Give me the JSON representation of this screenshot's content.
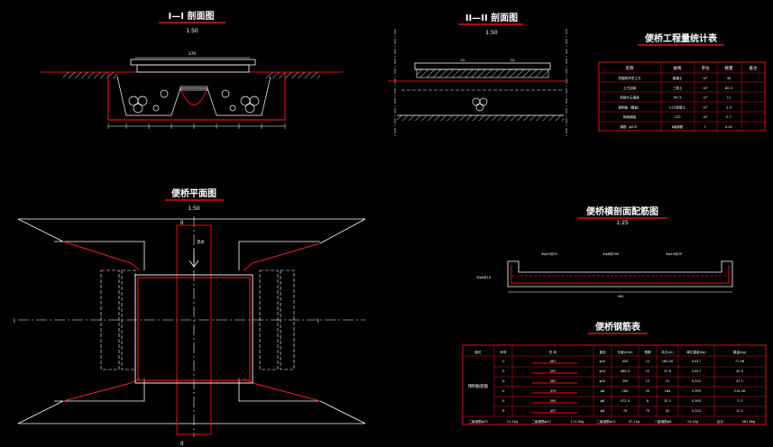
{
  "section_1": {
    "title": "I—I 剖面图",
    "scale": "1:50",
    "dim_top": "370"
  },
  "section_2": {
    "title": "II—II 剖面图",
    "scale": "1:50",
    "slope_left": "1%",
    "slope_right": "1%"
  },
  "plan": {
    "title": "便桥平面图",
    "scale": "1:50",
    "flow_label": "流水",
    "mark_left": "I",
    "mark_right": "I",
    "mark_top": "II",
    "mark_bottom": "II"
  },
  "rebar_section": {
    "title": "便桥横剖面配筋图",
    "scale": "1:25",
    "callouts": [
      "⑥φ10@25",
      "④φ8@200",
      "⑤φ10@25"
    ],
    "side_callout": "②φ8@15",
    "width_dim": "495"
  },
  "quantity_table": {
    "title": "便桥工程量统计表",
    "headers": [
      "名称",
      "规格",
      "单位",
      "数量",
      "备注"
    ],
    "rows": [
      [
        "挖掘机开挖土方",
        "普通土",
        "m³",
        "40",
        ""
      ],
      [
        "土方回填",
        "三类土",
        "m³",
        "80.0",
        ""
      ],
      [
        "浆砌片石墙身",
        "M7.5",
        "m³",
        "11",
        ""
      ],
      [
        "预制板（模板）",
        "C25混凝土",
        "m³",
        "2.9",
        ""
      ],
      [
        "桥面铺装",
        "C20",
        "m³",
        "0.7",
        ""
      ],
      [
        "钢筋（φ10）",
        "Ⅱ级钢筋",
        "t",
        "0.42",
        ""
      ]
    ]
  },
  "rebar_table": {
    "title": "便桥钢筋表",
    "headers": [
      "部位",
      "序号",
      "形    状",
      "直径",
      "长度(mm)",
      "根数",
      "共长(m)",
      "单位重量(kg)",
      "重量(kg)"
    ],
    "group_label": "预制板配筋",
    "rows": [
      [
        "①",
        "487",
        "φ10",
        "420",
        "12",
        "160.20",
        "0.617",
        "71.96"
      ],
      [
        "②",
        "397",
        "φ10",
        "480.3",
        "12",
        "57.6",
        "0.617",
        "42.5"
      ],
      [
        "③",
        "387",
        "φ10",
        "350",
        "13",
        "51",
        "0.222",
        "47.1"
      ],
      [
        "④",
        "375",
        "φ8",
        "180",
        "25",
        "184",
        "0.395",
        "214.46"
      ],
      [
        "⑤",
        "395",
        "φ8",
        "472.5",
        "8",
        "32.2",
        "0.395",
        "7.3"
      ],
      [
        "⑥",
        "457",
        "φ8",
        "70",
        "75",
        "52",
        "0.222",
        "12.1"
      ]
    ],
    "footer": [
      "二级钢筋φ25",
      "21.1kg",
      "二级钢筋φ10",
      "111.5kg",
      "二级钢筋φ12",
      "47.1kg",
      "一级钢筋φ8",
      "13.2kg",
      "合计：",
      "481.8kg"
    ]
  },
  "colors": {
    "line": "#ffffff",
    "outline": "#e01010",
    "dim": "#ff3030",
    "accent": "#ff0000"
  }
}
